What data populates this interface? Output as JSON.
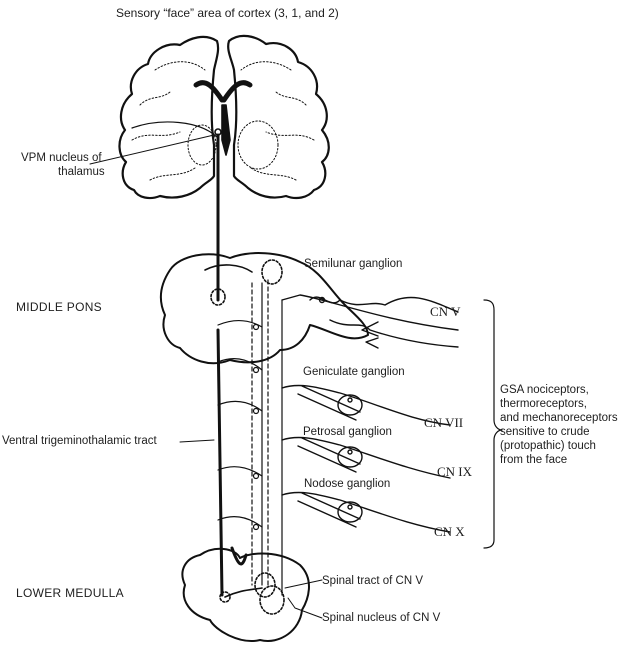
{
  "diagram": {
    "labels": {
      "cortex": "Sensory “face” area of cortex (3, 1, and 2)",
      "vpm_line1": "VPM nucleus of",
      "vpm_line2": "thalamus",
      "middle_pons": "MIDDLE PONS",
      "semilunar": "Semilunar ganglion",
      "geniculate": "Geniculate ganglion",
      "petrosal": "Petrosal ganglion",
      "nodose": "Nodose ganglion",
      "ventral_tract": "Ventral trigeminothalamic tract",
      "lower_medulla": "LOWER MEDULLA",
      "spinal_tract": "Spinal tract of CN V",
      "spinal_nucleus": "Spinal nucleus of CN V"
    },
    "nerves": [
      "CN V",
      "CN VII",
      "CN IX",
      "CN X"
    ],
    "receptor_note": [
      "GSA nociceptors,",
      "thermoreceptors,",
      "and mechanoreceptors",
      "sensitive to crude",
      "(protopathic) touch",
      "from the face"
    ]
  }
}
